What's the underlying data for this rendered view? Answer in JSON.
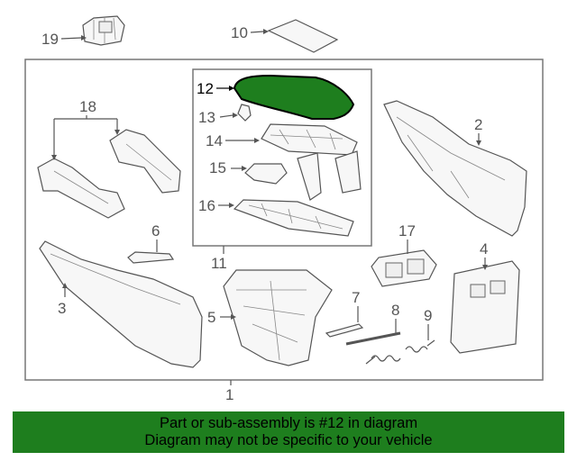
{
  "diagram": {
    "callouts": {
      "c1": "1",
      "c2": "2",
      "c3": "3",
      "c4": "4",
      "c5": "5",
      "c6": "6",
      "c7": "7",
      "c8": "8",
      "c9": "9",
      "c10": "10",
      "c11": "11",
      "c12": "12",
      "c13": "13",
      "c14": "14",
      "c15": "15",
      "c16": "16",
      "c17": "17",
      "c18": "18",
      "c19": "19"
    },
    "highlighted_part": "12",
    "colors": {
      "highlight_fill": "#1e7e1e",
      "outline": "#555555",
      "banner": "#1e7e1e"
    }
  },
  "banner": {
    "line1": "Part or sub-assembly is #12 in diagram",
    "line2": "Diagram may not be specific to your vehicle"
  }
}
